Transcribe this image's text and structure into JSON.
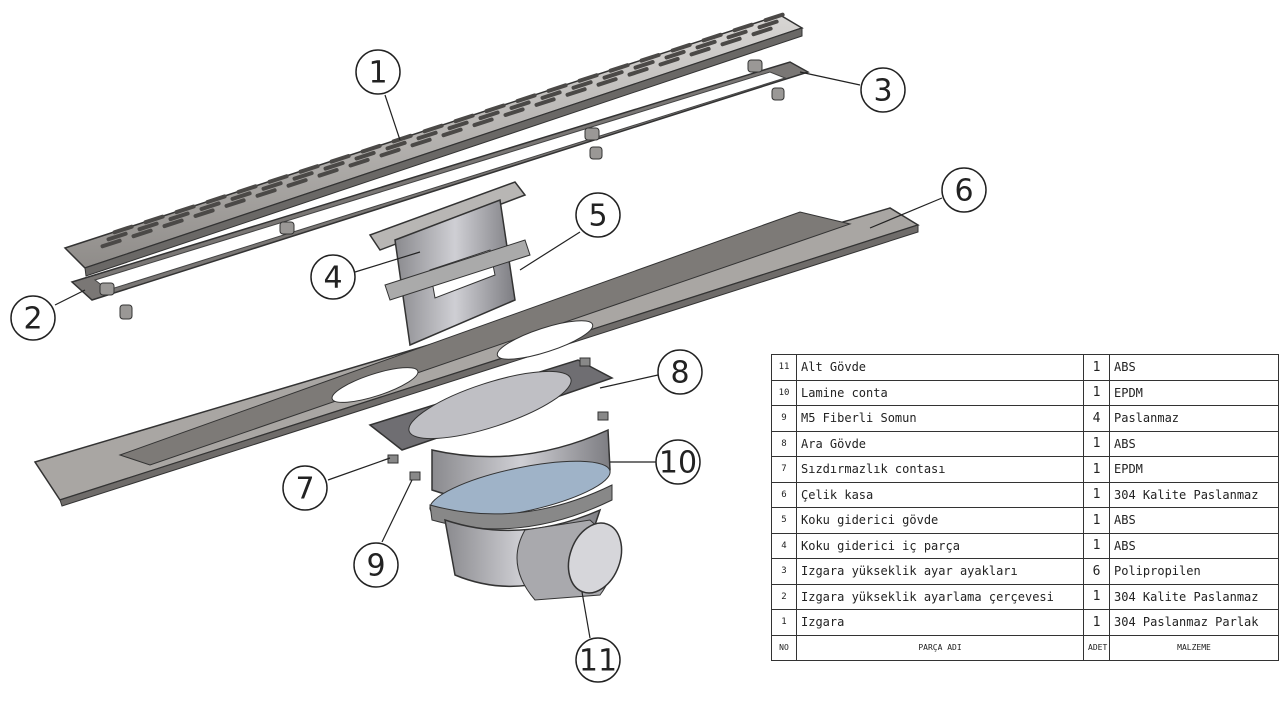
{
  "balloons": [
    "1",
    "2",
    "3",
    "4",
    "5",
    "6",
    "7",
    "8",
    "9",
    "10",
    "11"
  ],
  "table": {
    "headers": {
      "no": "NO",
      "name": "PARÇA ADI",
      "qty": "ADET",
      "material": "MALZEME"
    },
    "rows": [
      {
        "no": "11",
        "name": "Alt Gövde",
        "qty": "1",
        "material": "ABS"
      },
      {
        "no": "10",
        "name": "Lamine conta",
        "qty": "1",
        "material": "EPDM"
      },
      {
        "no": "9",
        "name": "M5 Fiberli Somun",
        "qty": "4",
        "material": "Paslanmaz"
      },
      {
        "no": "8",
        "name": "Ara Gövde",
        "qty": "1",
        "material": "ABS"
      },
      {
        "no": "7",
        "name": "Sızdırmazlık contası",
        "qty": "1",
        "material": "EPDM"
      },
      {
        "no": "6",
        "name": "Çelik kasa",
        "qty": "1",
        "material": "304 Kalite Paslanmaz"
      },
      {
        "no": "5",
        "name": "Koku giderici gövde",
        "qty": "1",
        "material": "ABS"
      },
      {
        "no": "4",
        "name": "Koku giderici iç parça",
        "qty": "1",
        "material": "ABS"
      },
      {
        "no": "3",
        "name": "Izgara yükseklik ayar ayakları",
        "qty": "6",
        "material": "Polipropilen"
      },
      {
        "no": "2",
        "name": "Izgara yükseklik ayarlama çerçevesi",
        "qty": "1",
        "material": "304 Kalite Paslanmaz"
      },
      {
        "no": "1",
        "name": "Izgara",
        "qty": "1",
        "material": "304 Paslanmaz Parlak"
      }
    ]
  }
}
